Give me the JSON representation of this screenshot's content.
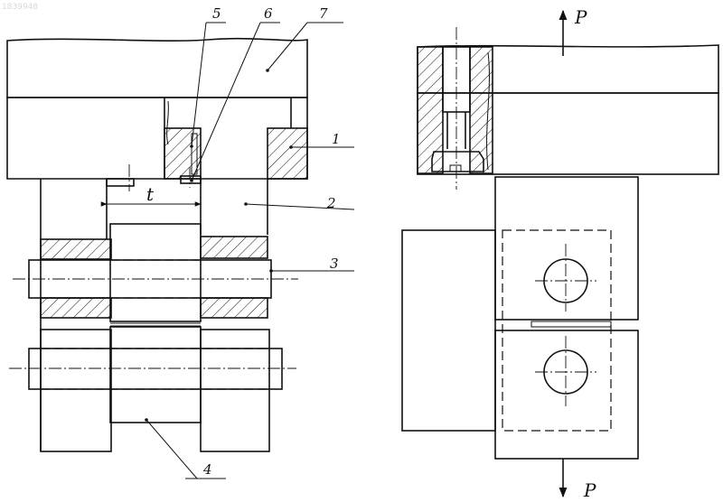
{
  "watermark": "1839948",
  "callouts": {
    "c1": "1",
    "c2": "2",
    "c3": "3",
    "c4": "4",
    "c5": "5",
    "c6": "6",
    "c7": "7"
  },
  "dimension_label": "t",
  "force_top": "P",
  "force_bottom": "P"
}
